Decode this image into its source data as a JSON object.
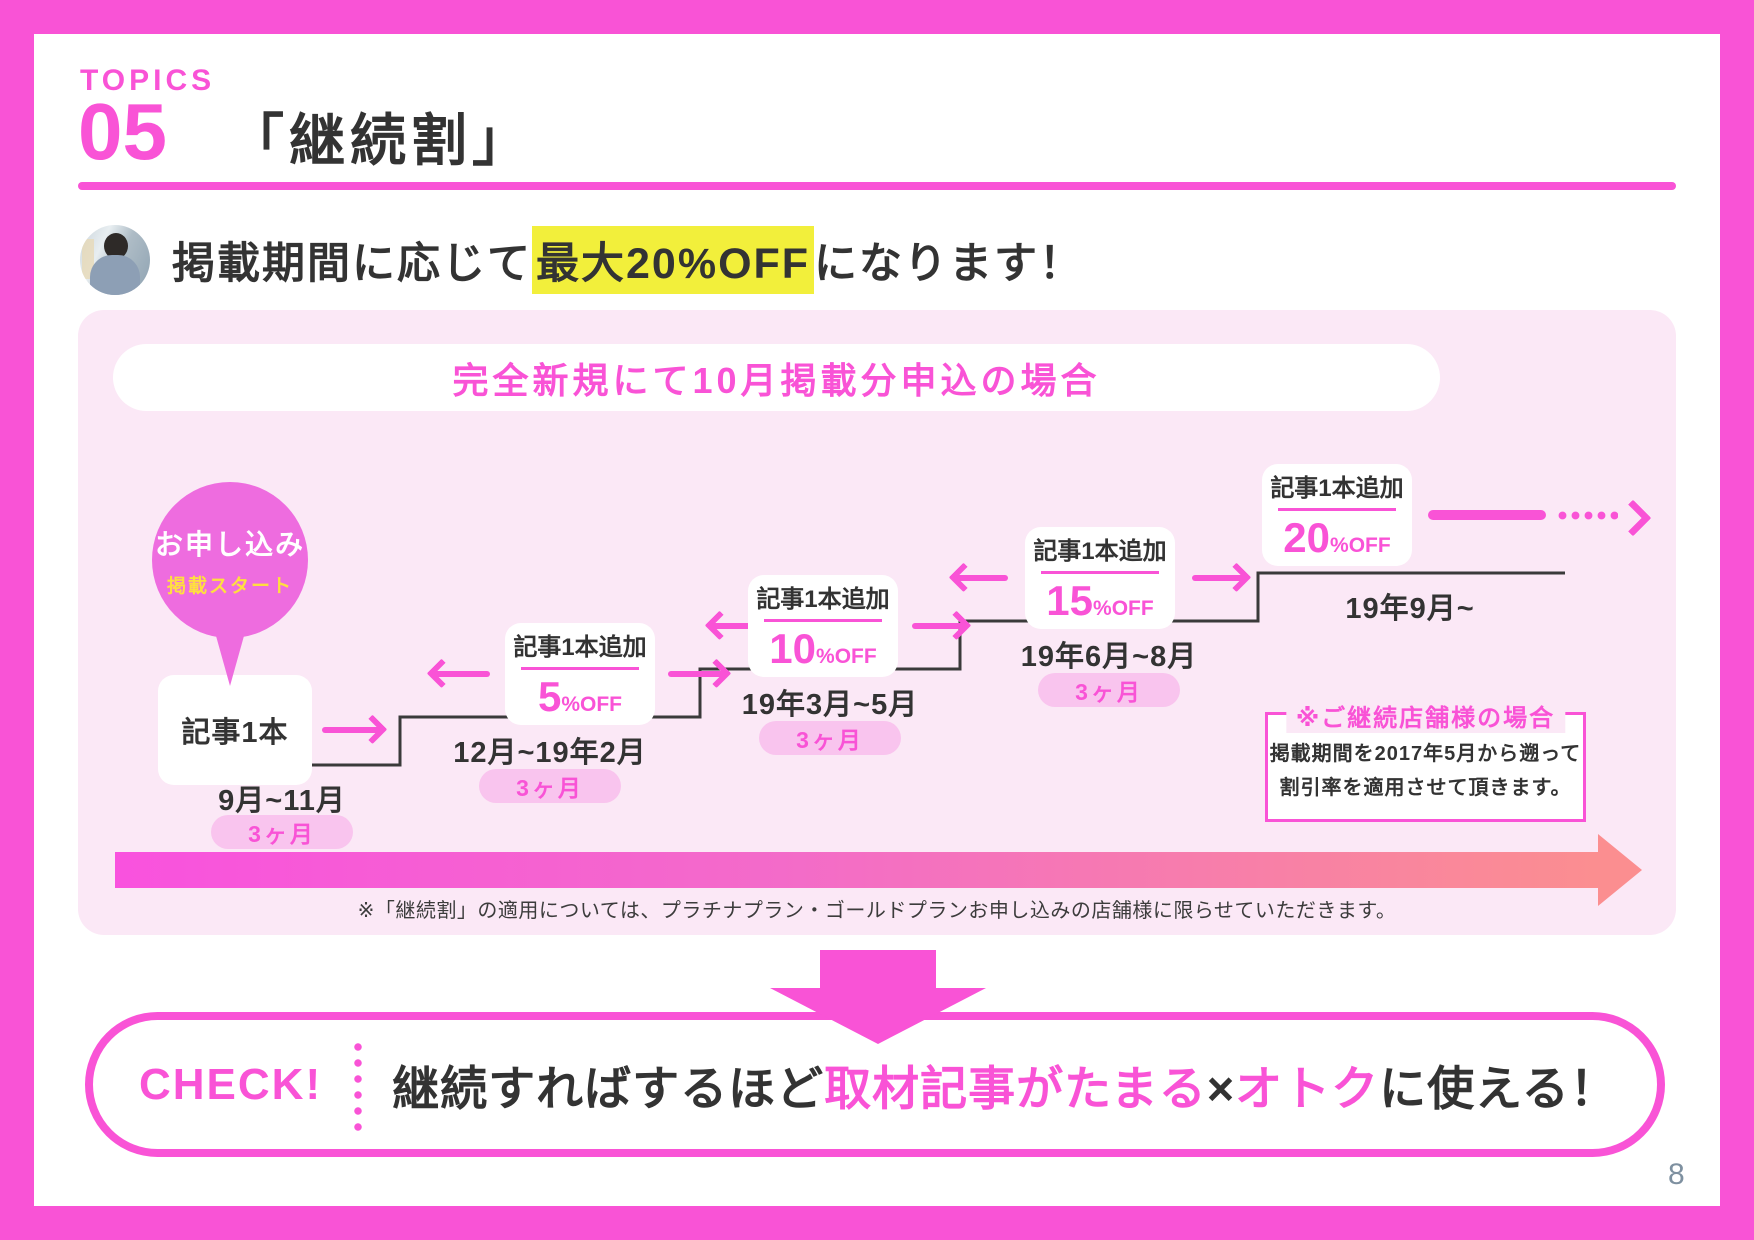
{
  "header": {
    "topics_label": "TOPICS",
    "topics_number": "05",
    "title": "「継続割」"
  },
  "lead": {
    "prefix": "掲載期間に応じて",
    "highlight": "最大20%OFF",
    "suffix": "になります！"
  },
  "panel": {
    "title": "完全新規にて10月掲載分申込の場合",
    "balloon": {
      "line1": "お申し込み",
      "line2": "掲載スタート"
    },
    "steps": [
      {
        "box": "記事1本",
        "period": "9月~11月",
        "duration": "3ヶ月"
      },
      {
        "box": "記事1本追加",
        "discount": "5",
        "unit": "%OFF",
        "period": "12月~19年2月",
        "duration": "3ヶ月"
      },
      {
        "box": "記事1本追加",
        "discount": "10",
        "unit": "%OFF",
        "period": "19年3月~5月",
        "duration": "3ヶ月"
      },
      {
        "box": "記事1本追加",
        "discount": "15",
        "unit": "%OFF",
        "period": "19年6月~8月",
        "duration": "3ヶ月"
      },
      {
        "box": "記事1本追加",
        "discount": "20",
        "unit": "%OFF",
        "period": "19年9月~"
      }
    ],
    "note": {
      "title": "※ご継続店舗様の場合",
      "line1": "掲載期間を2017年5月から遡って",
      "line2": "割引率を適用させて頂きます。"
    },
    "footnote": "※「継続割」の適用については、プラチナプラン・ゴールドプランお申し込みの店舗様に限らせていただきます。"
  },
  "check": {
    "label": "CHECK!",
    "segments": [
      {
        "text": "継続すればするほど",
        "color": "dark"
      },
      {
        "text": "取材記事がたまる",
        "color": "pink"
      },
      {
        "text": "×",
        "color": "dark"
      },
      {
        "text": "オトク",
        "color": "pink"
      },
      {
        "text": "に使える！",
        "color": "dark"
      }
    ]
  },
  "page": {
    "number": "8"
  },
  "colors": {
    "accent_pink": "#F953D6",
    "balloon_pink": "#EE6CDF",
    "panel_bg": "#FBE8F6",
    "pill_bg": "#F9C4EE",
    "highlight_yellow": "#F2EF3B",
    "balloon_sub_yellow": "#FFDF3F",
    "gradient_start": "#F952DE",
    "gradient_end": "#FB8E90",
    "text_dark": "#333333",
    "page_number_gray": "#7E90A0"
  }
}
